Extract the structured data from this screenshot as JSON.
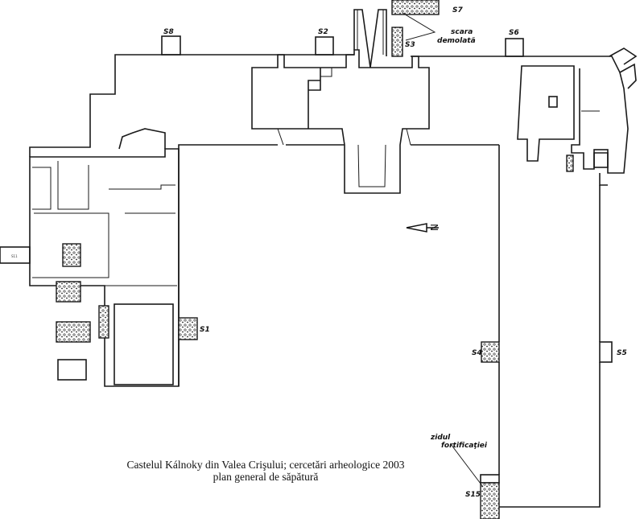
{
  "caption": {
    "line1": "Castelul Kálnoky din Valea Crişului; cercetări arheologice 2003",
    "line2": "plan general de săpătură"
  },
  "trenches": {
    "s1": "S1",
    "s2": "S2",
    "s3": "S3",
    "s4": "S4",
    "s5": "S5",
    "s6": "S6",
    "s7": "S7",
    "s8": "S8",
    "s15": "S15"
  },
  "annotations": {
    "scara_line1": "scara",
    "scara_line2": "demolată",
    "zidul_line1": "zidul",
    "zidul_line2": "fortificaţiei"
  },
  "north_arrow": {
    "label": "N"
  },
  "colors": {
    "ink": "#1a1a1a",
    "paper": "#ffffff"
  }
}
